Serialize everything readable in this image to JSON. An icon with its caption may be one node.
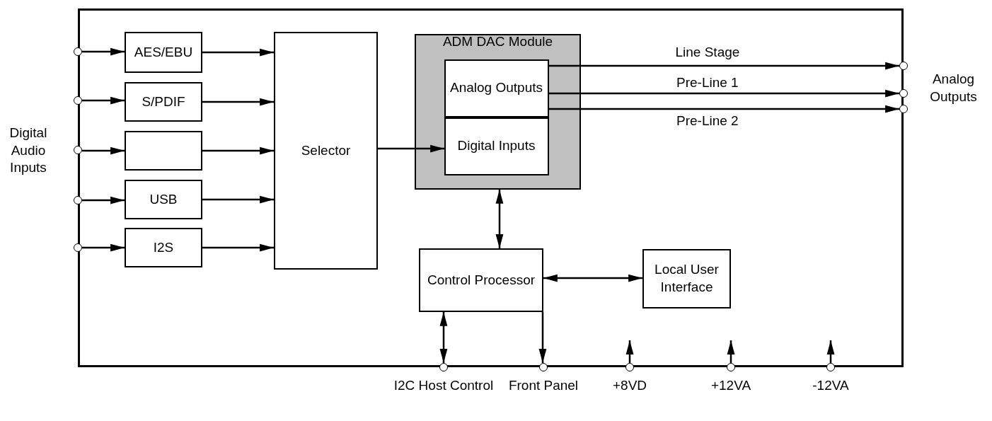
{
  "diagram": {
    "nodes": [
      {
        "text": [],
        "shape": "box"
      },
      {
        "text": [],
        "shape": "circle"
      },
      {
        "text": [],
        "shape": "circle"
      },
      {
        "text": [],
        "shape": "circle"
      },
      {
        "text": [],
        "shape": "circle"
      },
      {
        "text": [],
        "shape": "circle"
      },
      {
        "text": [
          "AES/EBU"
        ],
        "in": 0
      },
      {
        "text": [
          "S/PDIF"
        ],
        "in": 0
      },
      {
        "text": [],
        "shape": "box",
        "in": 0
      },
      {
        "text": [
          "USB"
        ],
        "in": 0
      },
      {
        "text": [
          "I2S"
        ],
        "in": 0
      },
      {
        "text": [
          "Selector"
        ],
        "in": 0
      },
      {
        "text": [
          "ADM DAC Module"
        ],
        "in": 0
      },
      {
        "text": [
          "Analog Outputs"
        ],
        "in": 12
      },
      {
        "text": [
          "Digital Inputs"
        ],
        "in": 12
      },
      {
        "text": [
          "Control Processor"
        ],
        "in": 0
      },
      {
        "text": [
          "Local User Interface"
        ],
        "in": 0
      },
      {
        "text": [],
        "shape": "circle"
      },
      {
        "text": [],
        "shape": "circle"
      },
      {
        "text": [],
        "shape": "circle"
      },
      {
        "text": [],
        "shape": "circle",
        "beside": [
          "I2C Host Control"
        ]
      },
      {
        "text": [],
        "shape": "circle",
        "beside": [
          "Front Panel"
        ]
      },
      {
        "text": [],
        "shape": "circle",
        "beside": [
          "+8VD"
        ]
      },
      {
        "text": [],
        "shape": "circle",
        "beside": [
          "+12VA"
        ]
      },
      {
        "text": [],
        "shape": "circle",
        "beside": [
          "-12VA"
        ]
      }
    ],
    "edges": [
      {
        "from": 1,
        "to": 6,
        "arrow": "to"
      },
      {
        "from": 2,
        "to": 7,
        "arrow": "to"
      },
      {
        "from": 3,
        "to": 8,
        "arrow": "to"
      },
      {
        "from": 4,
        "to": 9,
        "arrow": "to"
      },
      {
        "from": 5,
        "to": 10,
        "arrow": "to"
      },
      {
        "from": 6,
        "to": 11,
        "arrow": "to"
      },
      {
        "from": 7,
        "to": 11,
        "arrow": "to"
      },
      {
        "from": 8,
        "to": 11,
        "arrow": "to"
      },
      {
        "from": 9,
        "to": 11,
        "arrow": "to"
      },
      {
        "from": 10,
        "to": 11,
        "arrow": "to"
      },
      {
        "from": 11,
        "to": 14,
        "arrow": "to"
      },
      {
        "from": 13,
        "to": 17,
        "arrow": "to",
        "label": "Line Stage"
      },
      {
        "from": 13,
        "to": 18,
        "arrow": "to",
        "label": "Pre-Line 1"
      },
      {
        "from": 13,
        "to": 19,
        "arrow": "to",
        "label": "Pre-Line 2"
      },
      {
        "from": 12,
        "to": 15,
        "arrow": "both"
      },
      {
        "from": 15,
        "to": 16,
        "arrow": "both"
      },
      {
        "from": 15,
        "to": 20,
        "arrow": "both"
      },
      {
        "from": 15,
        "to": 21,
        "arrow": "to"
      },
      {
        "from": 22,
        "to": null,
        "arrow": "to"
      },
      {
        "from": 23,
        "to": null,
        "arrow": "to"
      },
      {
        "from": 24,
        "to": null,
        "arrow": "to"
      }
    ],
    "labels": [
      "Digital Audio Inputs",
      "Analog Outputs"
    ]
  }
}
